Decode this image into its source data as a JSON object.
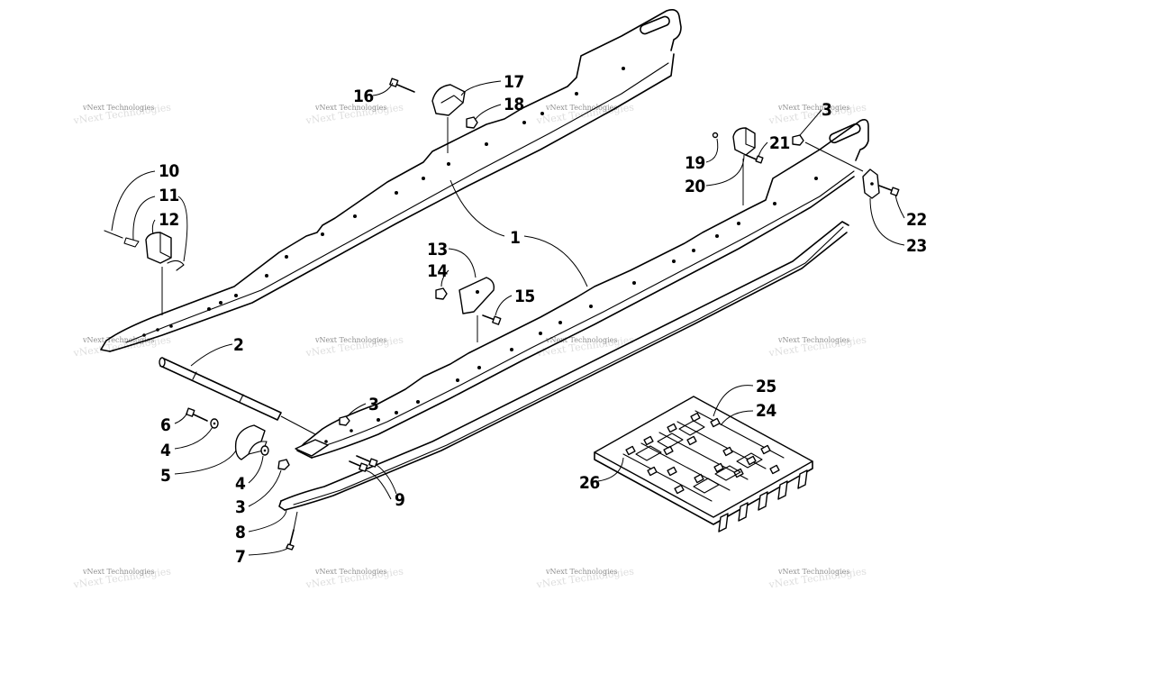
{
  "diagram": {
    "callouts": [
      "1",
      "2",
      "3",
      "3",
      "3",
      "4",
      "4",
      "5",
      "6",
      "7",
      "8",
      "9",
      "10",
      "11",
      "12",
      "13",
      "14",
      "15",
      "16",
      "17",
      "18",
      "19",
      "20",
      "21",
      "22",
      "23",
      "24",
      "25",
      "26"
    ],
    "watermark_text": "vNext Technologies",
    "line_color": "#000000",
    "background": "#ffffff"
  }
}
